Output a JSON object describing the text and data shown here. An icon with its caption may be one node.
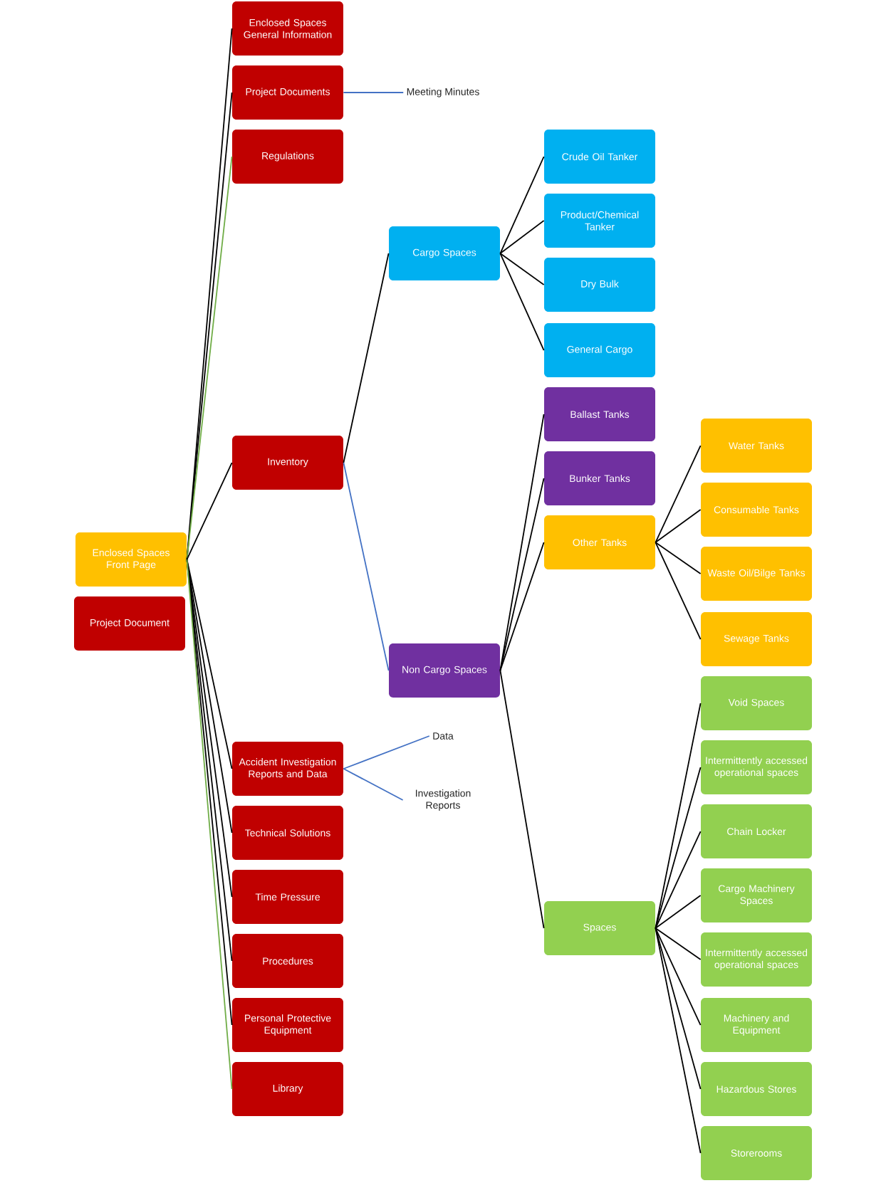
{
  "diagram": {
    "nodes": [
      {
        "text": [
          "Enclosed Spaces Front Page"
        ]
      },
      {
        "text": [
          "Project Document"
        ]
      },
      {
        "text": [
          "Enclosed Spaces General Information"
        ]
      },
      {
        "text": [
          "Project Documents"
        ]
      },
      {
        "text": [
          "Regulations"
        ]
      },
      {
        "text": [
          "Inventory"
        ]
      },
      {
        "text": [
          "Accident Investigation Reports and Data"
        ]
      },
      {
        "text": [
          "Technical Solutions"
        ]
      },
      {
        "text": [
          "Time Pressure"
        ]
      },
      {
        "text": [
          "Procedures"
        ]
      },
      {
        "text": [
          "Personal Protective Equipment"
        ]
      },
      {
        "text": [
          "Library"
        ]
      },
      {
        "text": [
          "Meeting Minutes"
        ]
      },
      {
        "text": [
          "Cargo Spaces"
        ]
      },
      {
        "text": [
          "Non Cargo Spaces"
        ]
      },
      {
        "text": [
          "Data"
        ]
      },
      {
        "text": [
          "Investigation Reports"
        ]
      },
      {
        "text": [
          "Crude Oil Tanker"
        ]
      },
      {
        "text": [
          "Product/Chemical Tanker"
        ]
      },
      {
        "text": [
          "Dry Bulk"
        ]
      },
      {
        "text": [
          "General Cargo"
        ]
      },
      {
        "text": [
          "Ballast Tanks"
        ]
      },
      {
        "text": [
          "Bunker Tanks"
        ]
      },
      {
        "text": [
          "Other Tanks"
        ]
      },
      {
        "text": [
          "Spaces"
        ]
      },
      {
        "text": [
          "Water Tanks"
        ]
      },
      {
        "text": [
          "Consumable Tanks"
        ]
      },
      {
        "text": [
          "Waste Oil/Bilge Tanks"
        ]
      },
      {
        "text": [
          "Sewage Tanks"
        ]
      },
      {
        "text": [
          "Void Spaces"
        ]
      },
      {
        "text": [
          "Intermittently accessed operational spaces"
        ]
      },
      {
        "text": [
          "Chain Locker"
        ]
      },
      {
        "text": [
          "Cargo Machinery Spaces"
        ]
      },
      {
        "text": [
          "Intermittently accessed operational spaces"
        ]
      },
      {
        "text": [
          "Machinery and Equipment"
        ]
      },
      {
        "text": [
          "Hazardous Stores"
        ]
      },
      {
        "text": [
          "Storerooms"
        ]
      }
    ],
    "edges": [
      {
        "from": 0,
        "to": 2,
        "arrow": "none"
      },
      {
        "from": 0,
        "to": 3,
        "arrow": "none"
      },
      {
        "from": 0,
        "to": 4,
        "arrow": "none",
        "color": "#70ad47"
      },
      {
        "from": 0,
        "to": 5,
        "arrow": "none"
      },
      {
        "from": 0,
        "to": 6,
        "arrow": "none"
      },
      {
        "from": 0,
        "to": 7,
        "arrow": "none"
      },
      {
        "from": 0,
        "to": 8,
        "arrow": "none"
      },
      {
        "from": 0,
        "to": 9,
        "arrow": "none"
      },
      {
        "from": 0,
        "to": 10,
        "arrow": "none"
      },
      {
        "from": 0,
        "to": 11,
        "arrow": "none",
        "color": "#70ad47"
      },
      {
        "from": 3,
        "to": 12,
        "arrow": "none",
        "color": "#4472c4"
      },
      {
        "from": 5,
        "to": 13,
        "arrow": "none"
      },
      {
        "from": 5,
        "to": 14,
        "arrow": "none",
        "color": "#4472c4"
      },
      {
        "from": 6,
        "to": 15,
        "arrow": "none",
        "color": "#4472c4"
      },
      {
        "from": 6,
        "to": 16,
        "arrow": "none",
        "color": "#4472c4"
      },
      {
        "from": 13,
        "to": 17,
        "arrow": "none"
      },
      {
        "from": 13,
        "to": 18,
        "arrow": "none"
      },
      {
        "from": 13,
        "to": 19,
        "arrow": "none"
      },
      {
        "from": 13,
        "to": 20,
        "arrow": "none"
      },
      {
        "from": 14,
        "to": 21,
        "arrow": "none"
      },
      {
        "from": 14,
        "to": 22,
        "arrow": "none"
      },
      {
        "from": 14,
        "to": 23,
        "arrow": "none"
      },
      {
        "from": 14,
        "to": 24,
        "arrow": "none"
      },
      {
        "from": 23,
        "to": 25,
        "arrow": "none"
      },
      {
        "from": 23,
        "to": 26,
        "arrow": "none"
      },
      {
        "from": 23,
        "to": 27,
        "arrow": "none"
      },
      {
        "from": 23,
        "to": 28,
        "arrow": "none"
      },
      {
        "from": 24,
        "to": 29,
        "arrow": "none"
      },
      {
        "from": 24,
        "to": 30,
        "arrow": "none"
      },
      {
        "from": 24,
        "to": 31,
        "arrow": "none"
      },
      {
        "from": 24,
        "to": 32,
        "arrow": "none"
      },
      {
        "from": 24,
        "to": 33,
        "arrow": "none"
      },
      {
        "from": 24,
        "to": 34,
        "arrow": "none"
      },
      {
        "from": 24,
        "to": 35,
        "arrow": "none"
      },
      {
        "from": 24,
        "to": 36,
        "arrow": "none"
      }
    ]
  }
}
